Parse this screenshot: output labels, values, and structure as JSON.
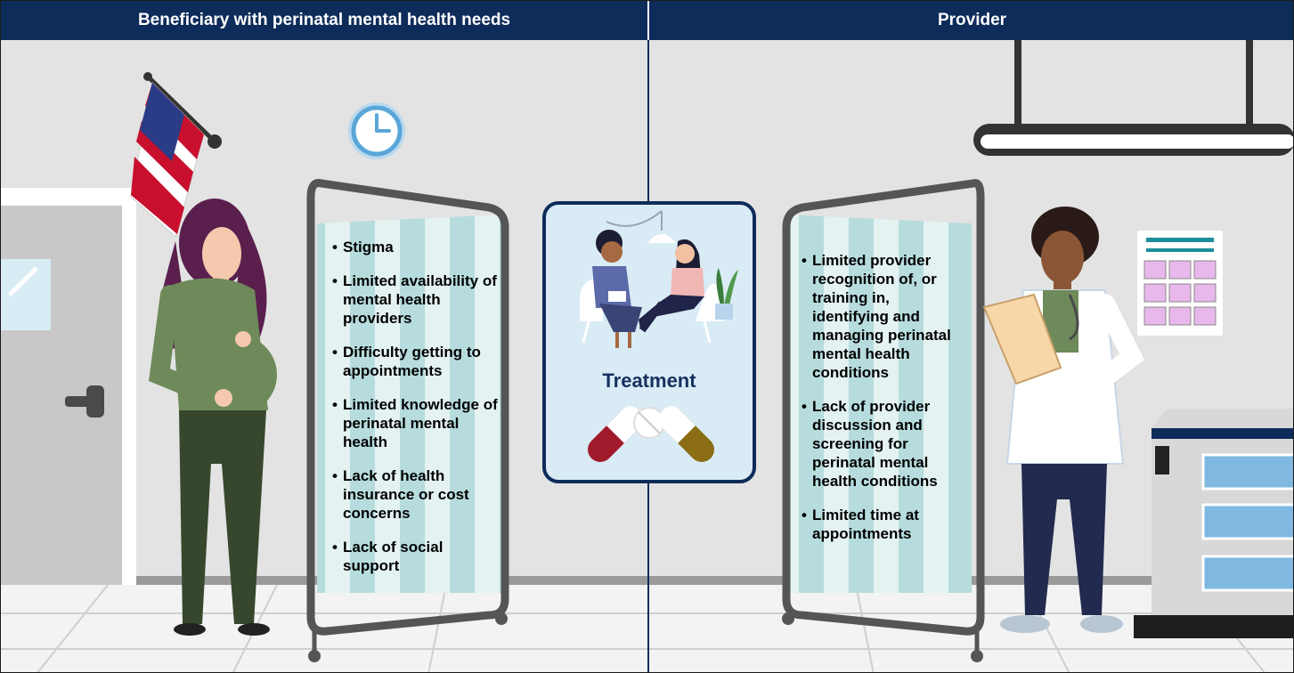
{
  "headers": {
    "left": "Beneficiary with perinatal mental health needs",
    "right": "Provider"
  },
  "beneficiary_barriers": [
    "Stigma",
    "Limited availability of mental health providers",
    "Difficulty getting to appointments",
    "Limited knowledge of perinatal mental health",
    "Lack of health insurance or cost concerns",
    "Lack of social support"
  ],
  "provider_barriers": [
    "Limited provider recognition of, or training in, identifying and managing perinatal mental health conditions",
    "Lack of provider discussion and screening for perinatal mental health conditions",
    "Limited time at appointments"
  ],
  "center": {
    "label": "Treatment"
  },
  "colors": {
    "header_bg": "#0e2c5a",
    "wall": "#e3e3e3",
    "floor": "#f2f2f2",
    "panel_frame": "#555555",
    "panel_stripe": "#b7dcdd",
    "treatment_bg": "#d9ebf5",
    "treatment_border": "#0e2c5a"
  },
  "icons": [
    "american-flag-icon",
    "wall-clock-icon",
    "capsule-icon",
    "tablet-pill-icon",
    "plant-icon",
    "ceiling-lamp-icon"
  ]
}
